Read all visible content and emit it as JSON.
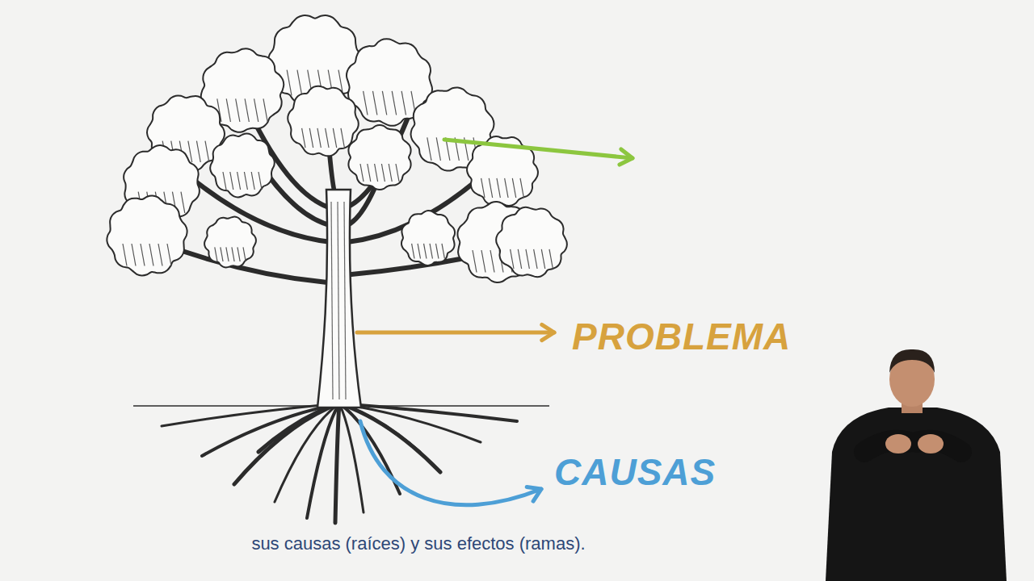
{
  "diagram": {
    "caption": "sus causas (raíces) y sus efectos (ramas).",
    "labels": [
      "PROBLEMA",
      "CAUSAS"
    ]
  }
}
